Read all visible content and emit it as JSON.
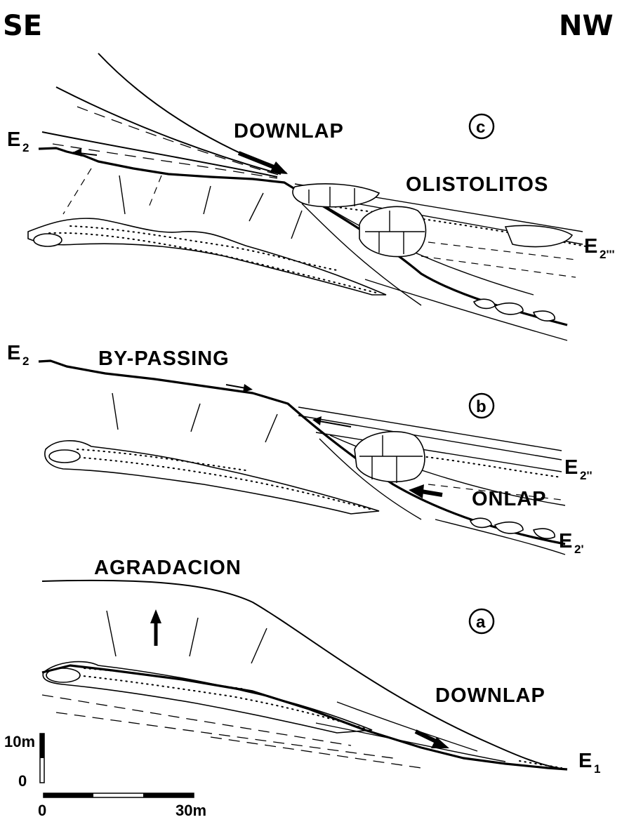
{
  "orientation": {
    "left": "SE",
    "right": "NW"
  },
  "panel_c": {
    "badge": "c",
    "downlap": "DOWNLAP",
    "olistolitos": "OLISTOLITOS",
    "surface_left": "E",
    "surface_left_sub": "2",
    "surface_right": "E",
    "surface_right_sub": "2'''"
  },
  "panel_b": {
    "badge": "b",
    "bypassing": "BY-PASSING",
    "onlap": "ONLAP",
    "surface_left": "E",
    "surface_left_sub": "2",
    "surface_upper": "E",
    "surface_upper_sub": "2''",
    "surface_lower": "E",
    "surface_lower_sub": "2'"
  },
  "panel_a": {
    "badge": "a",
    "agradacion": "AGRADACION",
    "downlap": "DOWNLAP",
    "surface": "E",
    "surface_sub": "1"
  },
  "scale": {
    "vertical_top": "10m",
    "vertical_bottom": "0",
    "horizontal_start": "0",
    "horizontal_end": "30m"
  }
}
